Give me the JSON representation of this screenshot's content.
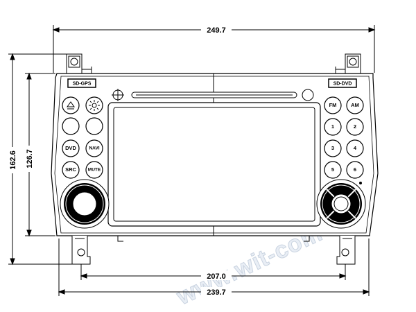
{
  "dimensions": {
    "top_width": "249.7",
    "outer_height": "162.6",
    "inner_height": "126.7",
    "mount_width": "207.0",
    "bottom_width": "239.7"
  },
  "labels": {
    "left_slot": "SD-GPS",
    "right_slot": "SD-DVD"
  },
  "left_buttons": [
    {
      "label": "",
      "icon": "eject-icon"
    },
    {
      "label": "",
      "icon": "brightness-icon"
    },
    {
      "label": ""
    },
    {
      "label": ""
    },
    {
      "label": "DVD"
    },
    {
      "label": "NAVI"
    },
    {
      "label": "SRC"
    },
    {
      "label": "MUTE"
    }
  ],
  "right_buttons": [
    {
      "label": "FM"
    },
    {
      "label": "AM"
    },
    {
      "label": "1"
    },
    {
      "label": "2"
    },
    {
      "label": "3"
    },
    {
      "label": "4"
    },
    {
      "label": "5"
    },
    {
      "label": "6"
    }
  ],
  "watermark": "www.wit-com",
  "colors": {
    "line": "#000000",
    "watermark_fill": "#e9eef5",
    "watermark_stroke": "#c9d3e0"
  }
}
